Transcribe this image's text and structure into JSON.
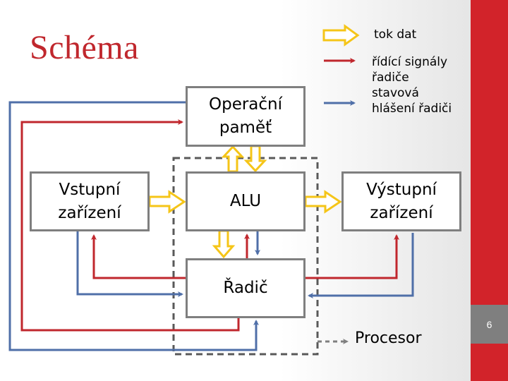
{
  "slide": {
    "title": "Schéma",
    "page_number": "6"
  },
  "colors": {
    "title": "#c0272d",
    "side_bar": "#d2232a",
    "page_block": "#7f7f7f",
    "data_flow": "#f5c518",
    "control_signal": "#c0272d",
    "status_signal": "#4f6fa8",
    "box_border": "#7f7f7f",
    "processor_border": "#595959"
  },
  "legend": {
    "items": [
      {
        "icon": "hollow-yellow-arrow",
        "label": "tok dat"
      },
      {
        "icon": "red-arrow",
        "label": "řídící signály\nřadiče"
      },
      {
        "icon": "blue-arrow",
        "label": "stavová\nhlášení řadiči"
      }
    ]
  },
  "blocks": {
    "memory": "Operační\npaměť",
    "input": "Vstupní\nzařízení",
    "alu": "ALU",
    "output": "Výstupní\nzařízení",
    "controller": "Řadič"
  },
  "processor_label": "Procesor"
}
